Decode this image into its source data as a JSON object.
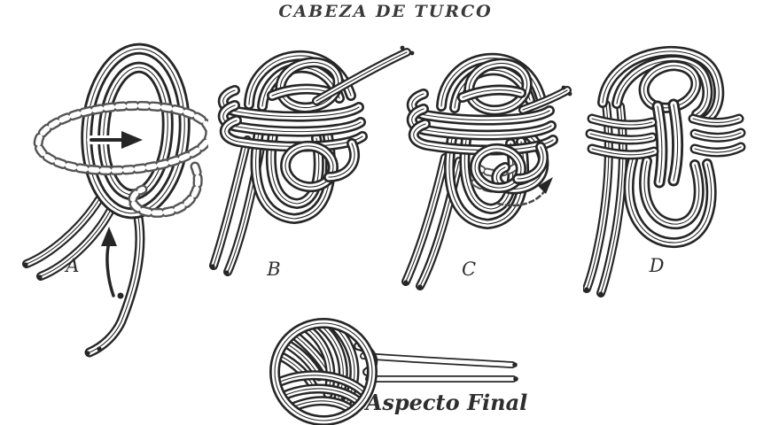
{
  "title": "CABEZA DE TURCO",
  "steps": [
    {
      "id": "A",
      "label": "A"
    },
    {
      "id": "B",
      "label": "B"
    },
    {
      "id": "C",
      "label": "C"
    },
    {
      "id": "D",
      "label": "D"
    }
  ],
  "final": {
    "label": "Aspecto Final"
  },
  "colors": {
    "ink": "#262626",
    "ghost": "#555555",
    "paper": "#ffffff"
  }
}
